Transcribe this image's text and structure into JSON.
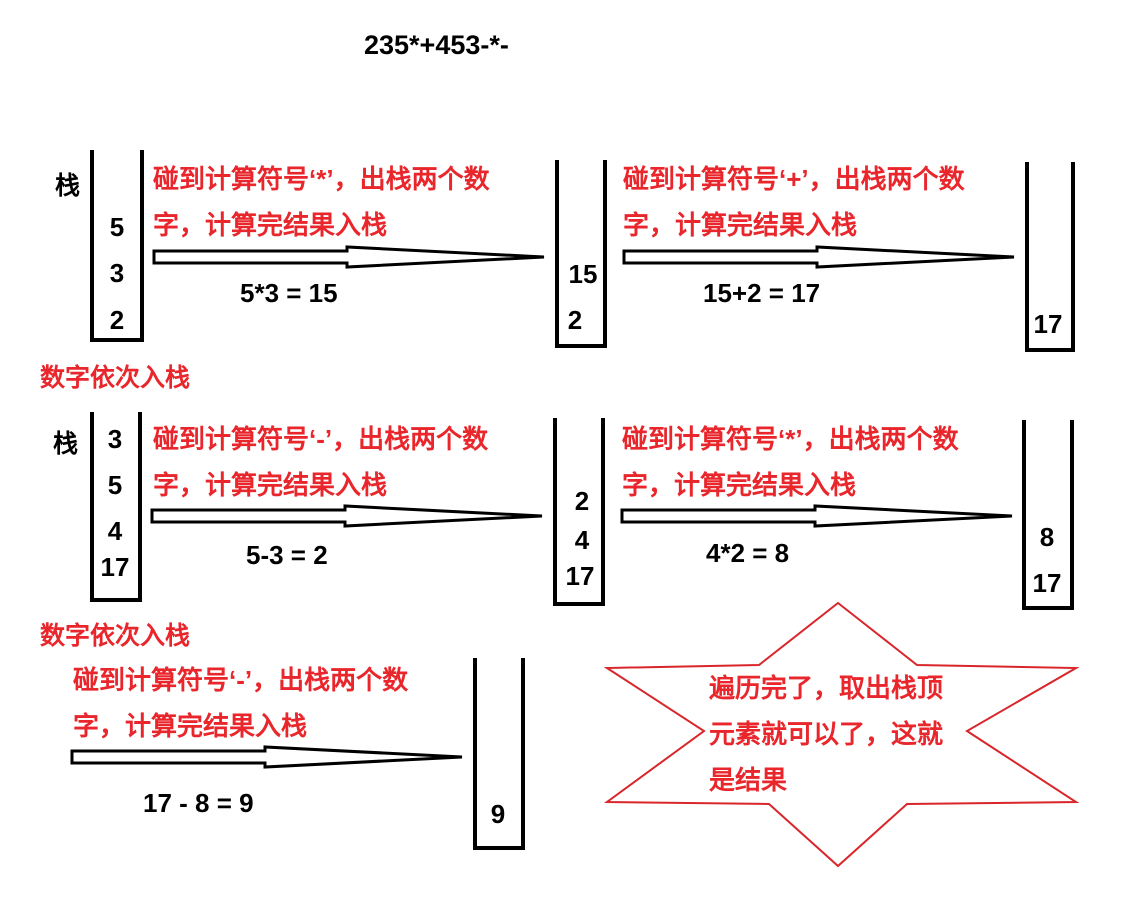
{
  "expression": "235*+453-*-",
  "stack_label": "栈",
  "push_note": "数字依次入栈",
  "steps": [
    {
      "desc_line1": "碰到计算符号‘*’，出栈两个数",
      "desc_line2": "字，计算完结果入栈",
      "equation": "5*3 = 15"
    },
    {
      "desc_line1": "碰到计算符号‘+’，出栈两个数",
      "desc_line2": "字，计算完结果入栈",
      "equation": "15+2 = 17"
    },
    {
      "desc_line1": "碰到计算符号‘-’，出栈两个数",
      "desc_line2": "字，计算完结果入栈",
      "equation": "5-3 = 2"
    },
    {
      "desc_line1": "碰到计算符号‘*’，出栈两个数",
      "desc_line2": "字，计算完结果入栈",
      "equation": "4*2 = 8"
    },
    {
      "desc_line1": "碰到计算符号‘-’，出栈两个数",
      "desc_line2": "字，计算完结果入栈",
      "equation": "17 - 8 = 9"
    }
  ],
  "stacks": {
    "row1_initial": [
      "5",
      "3",
      "2"
    ],
    "row1_after_mul": [
      "15",
      "2"
    ],
    "row1_after_add": [
      "17"
    ],
    "row2_initial": [
      "3",
      "5",
      "4",
      "17"
    ],
    "row2_after_sub": [
      "2",
      "4",
      "17"
    ],
    "row2_after_mul": [
      "8",
      "17"
    ],
    "row3_final": [
      "9"
    ]
  },
  "result_note": {
    "line1": "遍历完了，取出栈顶",
    "line2": "元素就可以了，这就",
    "line3": "是结果"
  },
  "colors": {
    "text": "#000000",
    "annotation": "#e8262b",
    "star_border": "#d9262b"
  }
}
